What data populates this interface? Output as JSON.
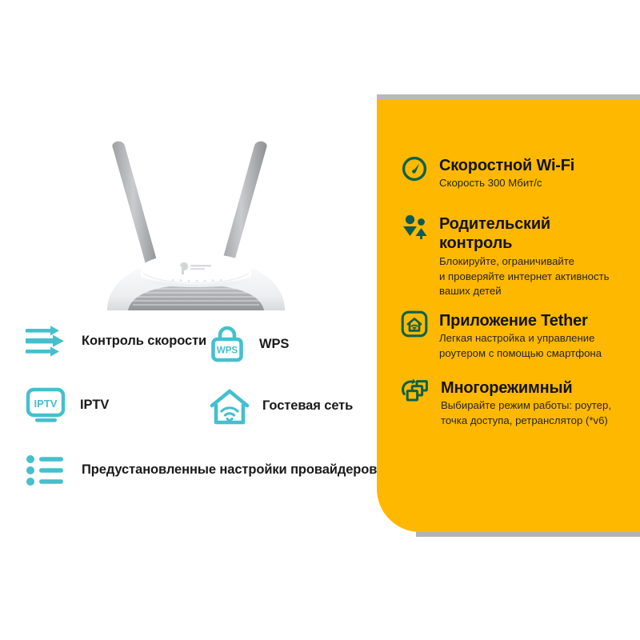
{
  "product": {
    "device_name": "TP-Link Wi-Fi router",
    "brand_logo_text": "tp-link"
  },
  "colors": {
    "panel_background": "#ffb800",
    "panel_icon": "#0d6149",
    "panel_icon_teal": "#0d5a55",
    "left_icon_cyan": "#45bfce",
    "heading_text": "#141414",
    "body_text": "#26262a",
    "shadow_grey": "#b9b9bb"
  },
  "left_features": [
    {
      "icon": "speed-arrows-icon",
      "label": "Контроль\nскорости"
    },
    {
      "icon": "wps-lock-icon",
      "label": "WPS"
    },
    {
      "icon": "iptv-screen-icon",
      "label": "IPTV"
    },
    {
      "icon": "guest-network-house-wifi-icon",
      "label": "Гостевая сеть"
    },
    {
      "icon": "bullet-list-icon",
      "label": "Предустановленные\nнастройки провайдеров"
    }
  ],
  "panel_features": [
    {
      "icon": "speedometer-icon",
      "title": "Скоростной Wi-Fi",
      "desc": "Скорость 300 Мбит/с"
    },
    {
      "icon": "parental-control-people-icon",
      "title": "Родительский\nконтроль",
      "desc": "Блокируйте, ограничивайте\nи проверяйте интернет активность\nваших детей"
    },
    {
      "icon": "tether-app-house-icon",
      "title": "Приложение Tether",
      "desc": "Легкая настройка и управление\nроутером с помощью смартфона"
    },
    {
      "icon": "multimode-squares-icon",
      "title": "Многорежимный",
      "desc": "Выбирайте режим работы: роутер,\nточка доступа, ретранслятор (*v6)"
    }
  ]
}
